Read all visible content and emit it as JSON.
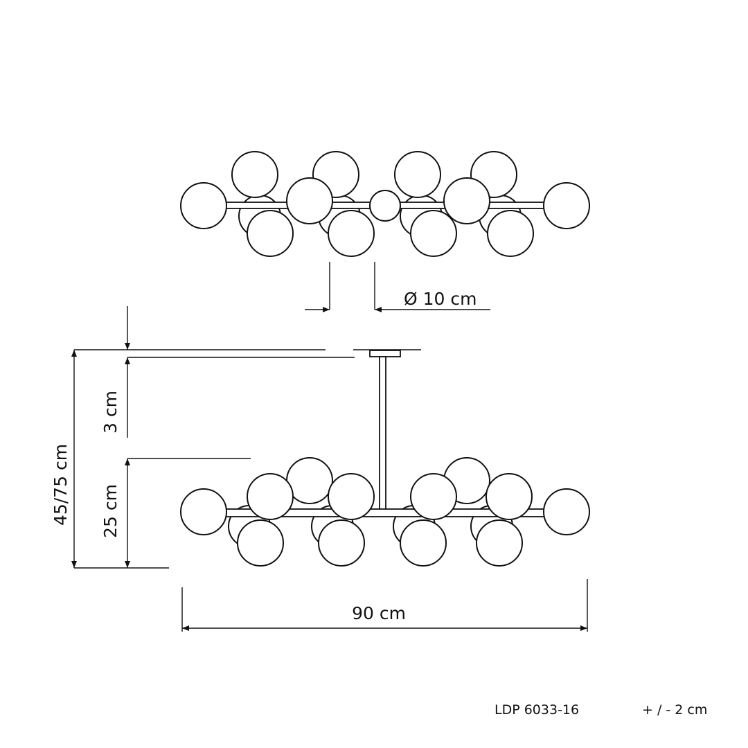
{
  "dimensions": {
    "diameter": "Ø 10 cm",
    "canopy_height": "3 cm",
    "total_height": "45/75 cm",
    "body_height": "25 cm",
    "width": "90 cm"
  },
  "footer": {
    "model": "LDP 6033-16",
    "tolerance": "+ / - 2 cm"
  },
  "colors": {
    "line": "#111111",
    "background": "#ffffff"
  }
}
